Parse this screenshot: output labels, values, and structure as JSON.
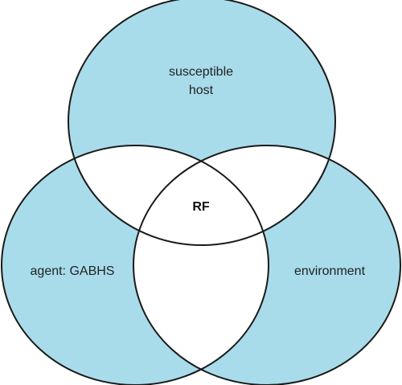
{
  "diagram": {
    "regions": {
      "top": {
        "line1": "susceptible",
        "line2": "host"
      },
      "left": {
        "label": "agent: GABHS"
      },
      "right": {
        "label": "environment"
      },
      "center": {
        "label": "RF"
      }
    },
    "colors": {
      "fill": "#a9dcea",
      "overlap": "#ffffff",
      "stroke": "#1a1a1a"
    }
  }
}
